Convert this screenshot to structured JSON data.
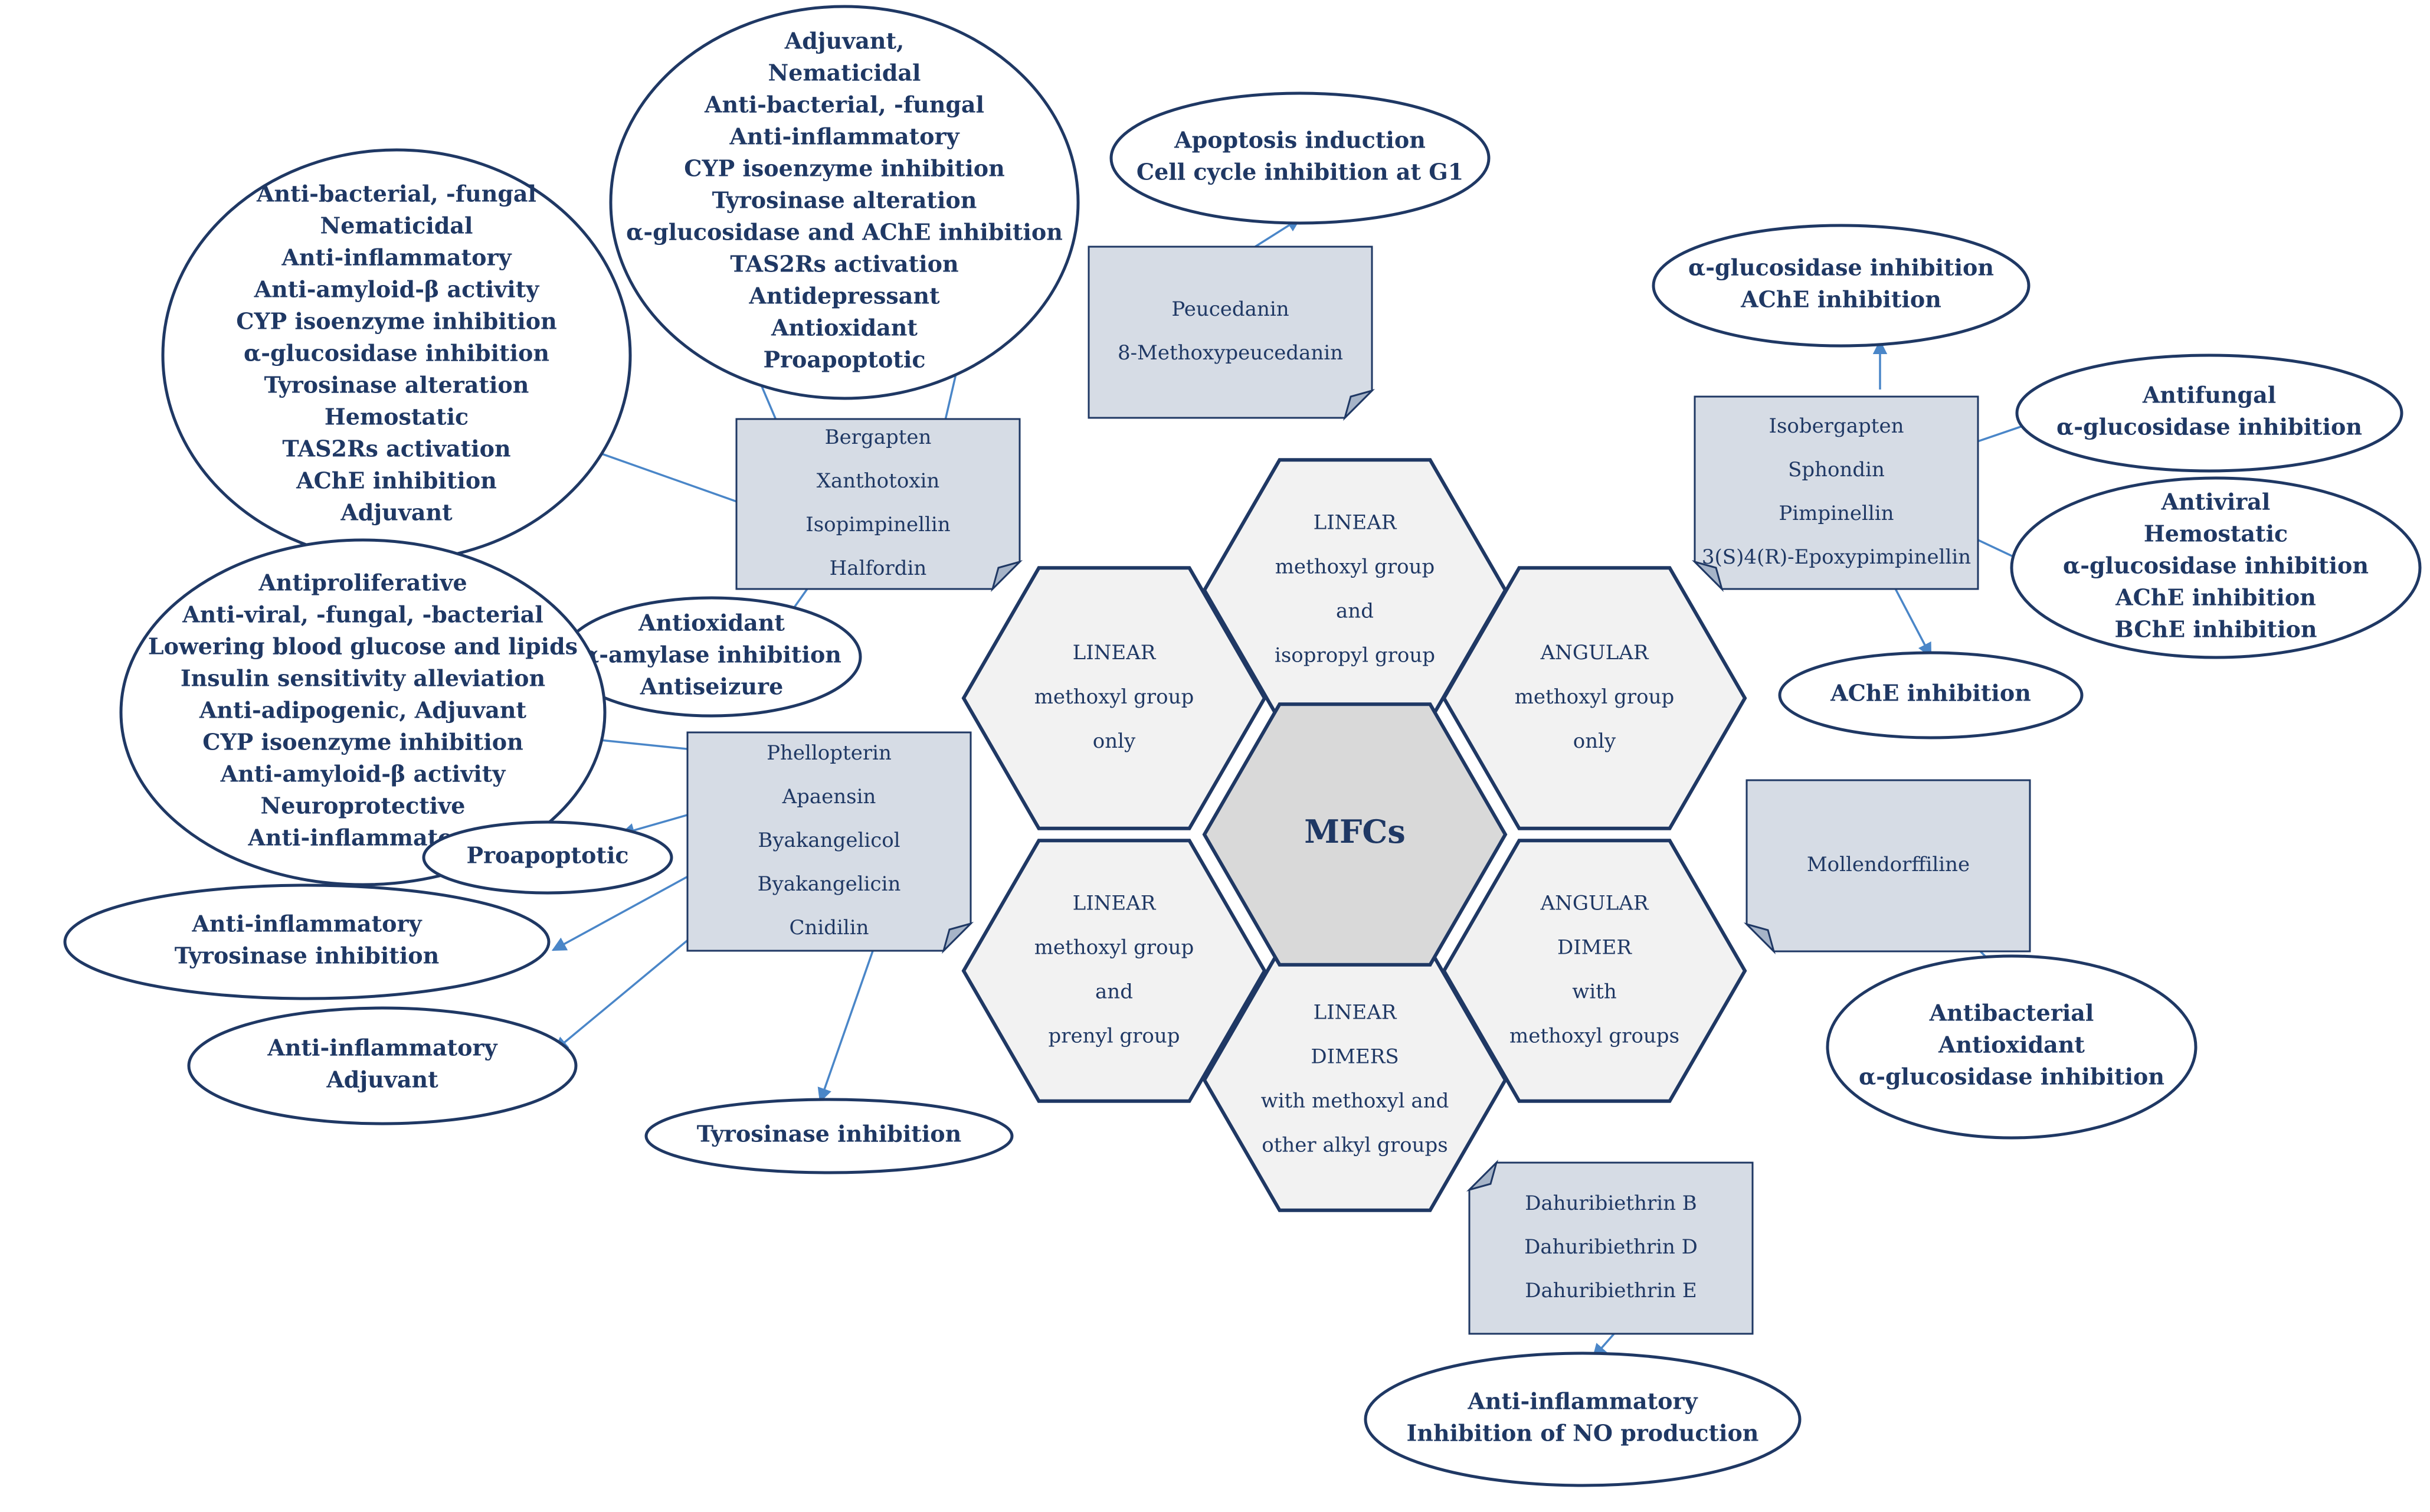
{
  "colors": {
    "text": "#1f3864",
    "note_fill": "#d6dce5",
    "hex_fill": "#f2f2f2",
    "hex_center_fill": "#d9d9d9",
    "arrow": "#4a86c8"
  },
  "center_label": "MFCs",
  "hexagons": [
    {
      "id": "hex-linear-methoxyl-isopropyl",
      "lines": [
        "LINEAR",
        "methoxyl group",
        "and",
        "isopropyl group"
      ]
    },
    {
      "id": "hex-linear-methoxyl-only",
      "lines": [
        "LINEAR",
        "methoxyl group",
        "only"
      ]
    },
    {
      "id": "hex-angular-methoxyl-only",
      "lines": [
        "ANGULAR",
        "methoxyl group",
        "only"
      ]
    },
    {
      "id": "hex-linear-methoxyl-prenyl",
      "lines": [
        "LINEAR",
        "methoxyl group",
        "and",
        "prenyl group"
      ]
    },
    {
      "id": "hex-angular-dimer",
      "lines": [
        "ANGULAR",
        "DIMER",
        "with",
        "methoxyl groups"
      ]
    },
    {
      "id": "hex-linear-dimers",
      "lines": [
        "LINEAR",
        "DIMERS",
        "with methoxyl and",
        "other alkyl groups"
      ]
    }
  ],
  "notes": [
    {
      "id": "note-peucedanin",
      "lines": [
        "Peucedanin",
        "8-Methoxypeucedanin"
      ]
    },
    {
      "id": "note-bergapten",
      "lines": [
        "Bergapten",
        "Xanthotoxin",
        "Isopimpinellin",
        "Halfordin"
      ]
    },
    {
      "id": "note-isobergapten",
      "lines": [
        "Isobergapten",
        "Sphondin",
        "Pimpinellin",
        "3(S)4(R)-Epoxypimpinellin"
      ]
    },
    {
      "id": "note-phellopterin",
      "lines": [
        "Phellopterin",
        "Apaensin",
        "Byakangelicol",
        "Byakangelicin",
        "Cnidilin"
      ]
    },
    {
      "id": "note-mollendorffiline",
      "lines": [
        "Mollendorffiline"
      ]
    },
    {
      "id": "note-dahuribiethrin",
      "lines": [
        "Dahuribiethrin B",
        "Dahuribiethrin D",
        "Dahuribiethrin E"
      ]
    }
  ],
  "activities": [
    {
      "id": "ell-isopimpinellin",
      "lines": [
        "Anti-bacterial, -fungal",
        "Nematicidal",
        "Anti-inflammatory",
        "Anti-amyloid-β activity",
        "CYP isoenzyme inhibition",
        "α-glucosidase inhibition",
        "Tyrosinase alteration",
        "Hemostatic",
        "TAS2Rs activation",
        "AChE inhibition",
        "Adjuvant"
      ]
    },
    {
      "id": "ell-bergapten-xanthotoxin",
      "lines": [
        "Adjuvant,",
        "Nematicidal",
        "Anti-bacterial, -fungal",
        "Anti-inflammatory",
        "CYP isoenzyme inhibition",
        "Tyrosinase alteration",
        "α-glucosidase and AChE inhibition",
        "TAS2Rs activation",
        "Antidepressant",
        "Antioxidant",
        "Proapoptotic"
      ]
    },
    {
      "id": "ell-peucedanin",
      "lines": [
        "Apoptosis induction",
        "Cell cycle inhibition  at G1"
      ]
    },
    {
      "id": "ell-isobergapten",
      "lines": [
        "α-glucosidase inhibition",
        "AChE inhibition"
      ]
    },
    {
      "id": "ell-sphondin",
      "lines": [
        "Antifungal",
        "α-glucosidase inhibition"
      ]
    },
    {
      "id": "ell-pimpinellin",
      "lines": [
        "Antiviral",
        "Hemostatic",
        "α-glucosidase inhibition",
        "AChE inhibition",
        "BChE inhibition"
      ]
    },
    {
      "id": "ell-epoxypimpinellin",
      "lines": [
        "AChE inhibition"
      ]
    },
    {
      "id": "ell-halfordin",
      "lines": [
        "Antioxidant",
        "α-amylase inhibition",
        "Antiseizure"
      ]
    },
    {
      "id": "ell-phellopterin",
      "lines": [
        "Antiproliferative",
        "Anti-viral, -fungal, -bacterial",
        "Lowering blood glucose and lipids",
        "Insulin sensitivity alleviation",
        "Anti-adipogenic, Adjuvant",
        "CYP isoenzyme inhibition",
        "Anti-amyloid-β activity",
        "Neuroprotective",
        "Anti-inflammatory"
      ]
    },
    {
      "id": "ell-apaensin",
      "lines": [
        "Proapoptotic"
      ]
    },
    {
      "id": "ell-byakangelicol",
      "lines": [
        "Anti-inflammatory",
        "Tyrosinase inhibition"
      ]
    },
    {
      "id": "ell-byakangelicin",
      "lines": [
        "Anti-inflammatory",
        "Adjuvant"
      ]
    },
    {
      "id": "ell-cnidilin",
      "lines": [
        "Tyrosinase  inhibition"
      ]
    },
    {
      "id": "ell-mollendorffiline",
      "lines": [
        "Antibacterial",
        "Antioxidant",
        "α-glucosidase inhibition"
      ]
    },
    {
      "id": "ell-dahuribiethrin",
      "lines": [
        "Anti-inflammatory",
        "Inhibition  of NO production"
      ]
    }
  ]
}
